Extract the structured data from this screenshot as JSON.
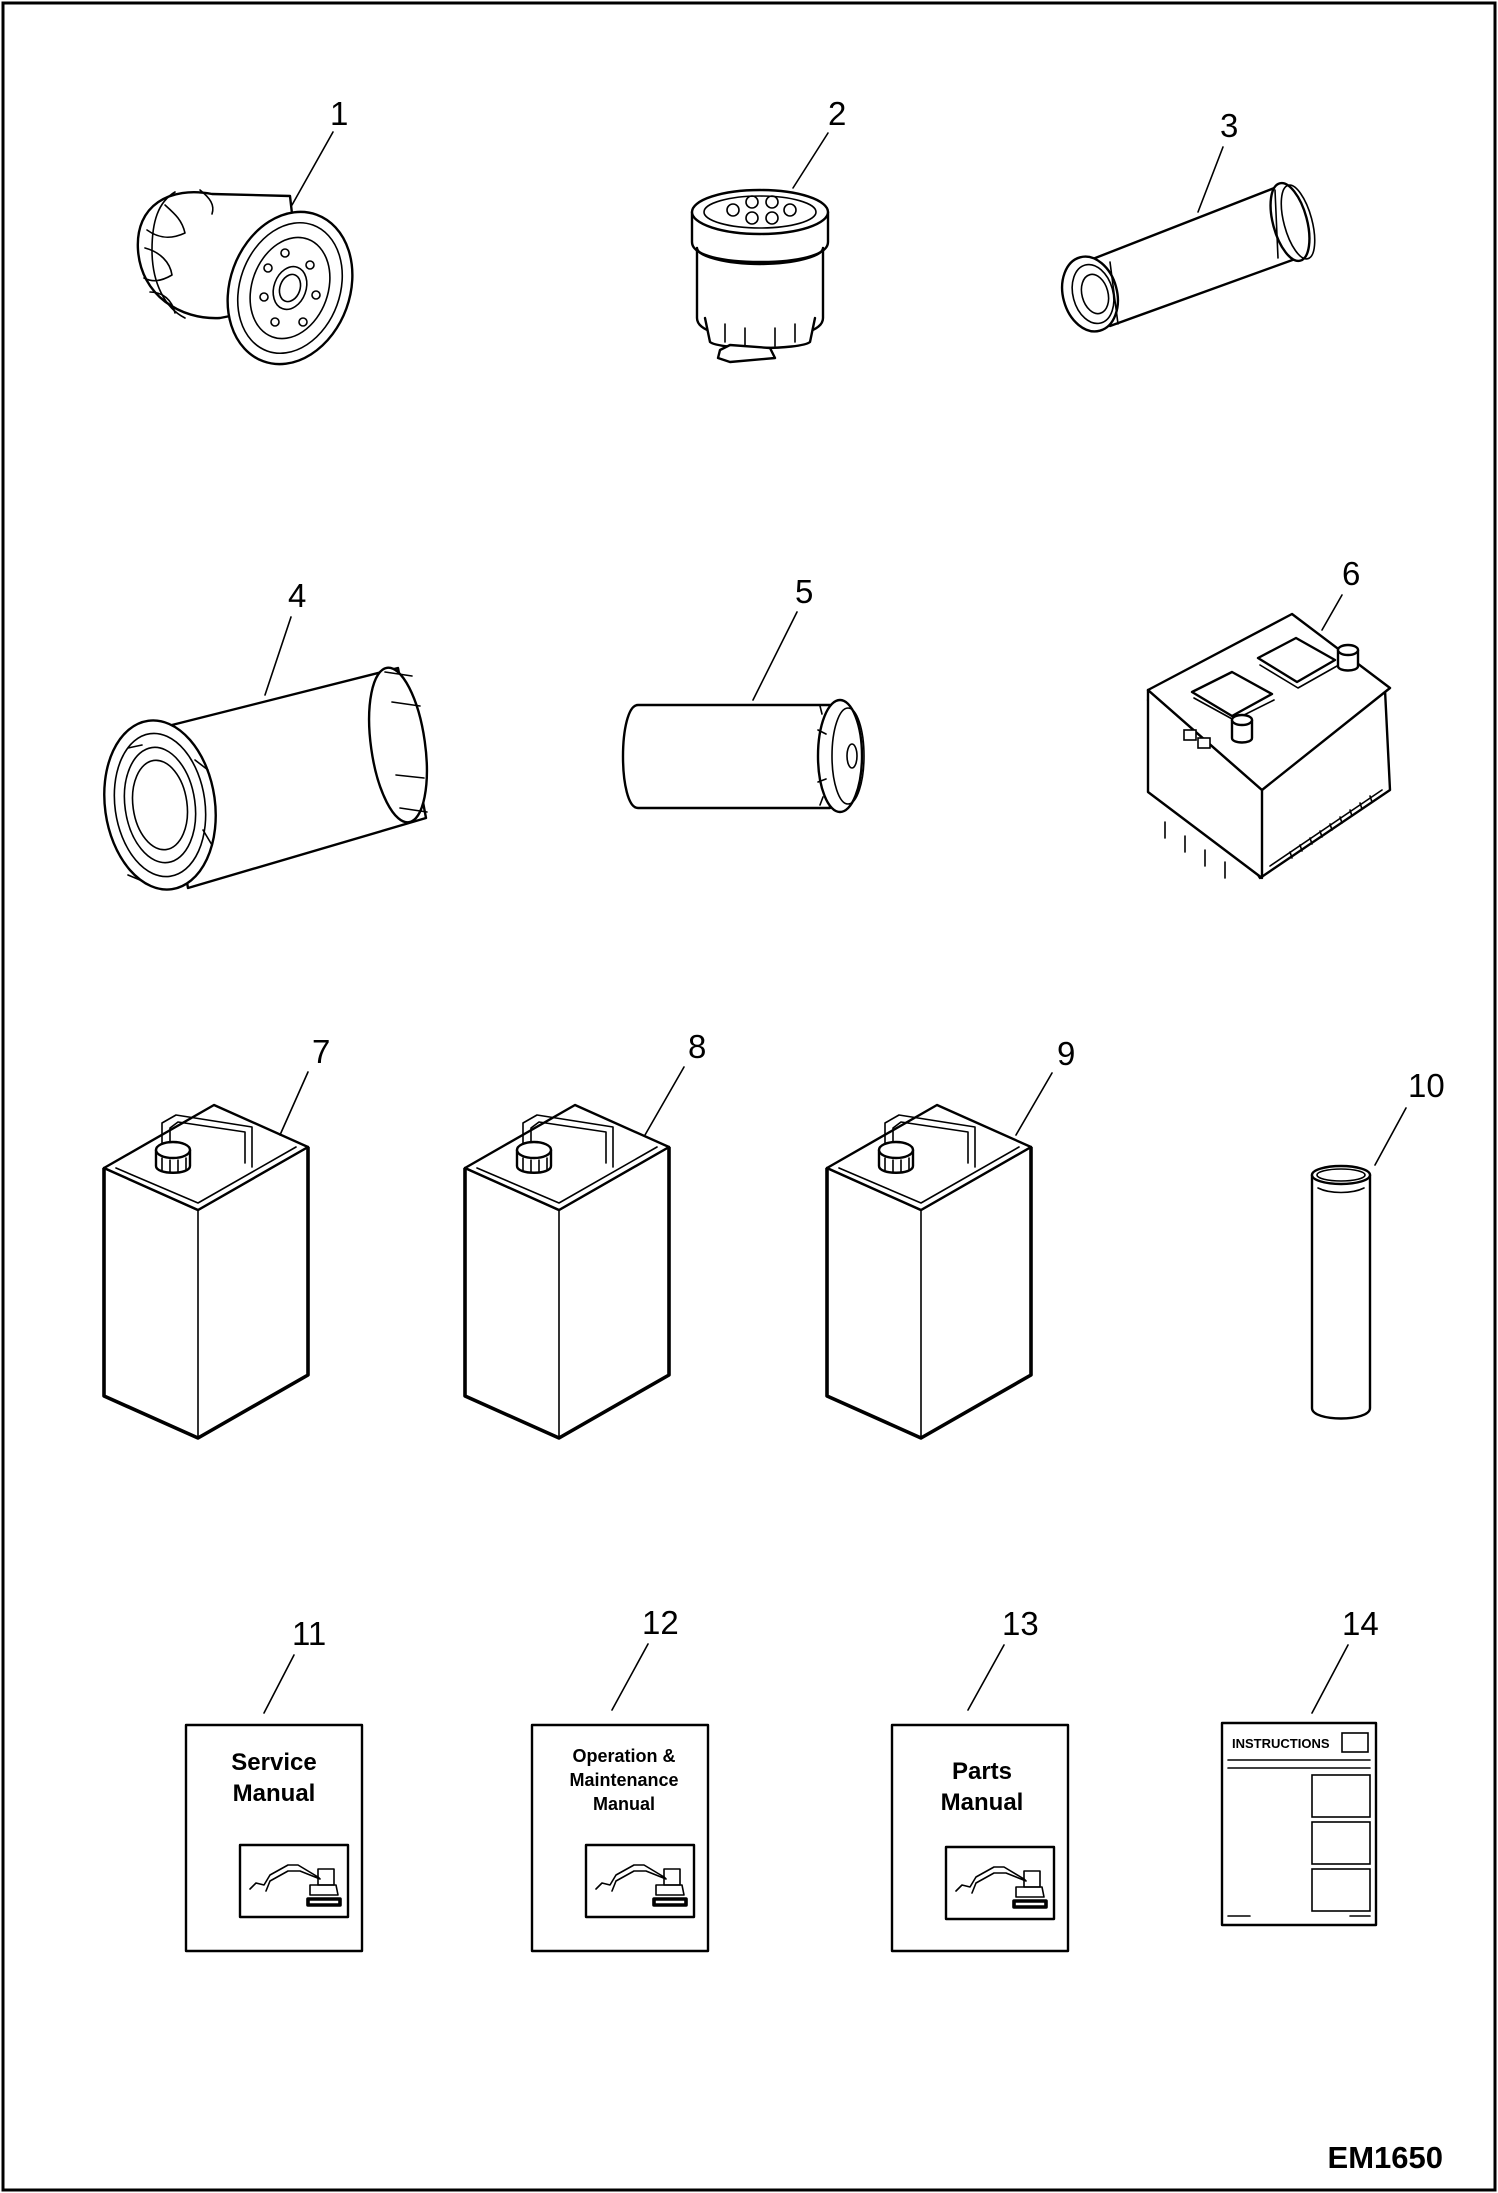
{
  "drawing_code": "EM1650",
  "callouts": [
    "1",
    "2",
    "3",
    "4",
    "5",
    "6",
    "7",
    "8",
    "9",
    "10",
    "11",
    "12",
    "13",
    "14"
  ],
  "books": {
    "service_manual": {
      "line1": "Service",
      "line2": "Manual"
    },
    "operation_maintenance_manual": {
      "line1": "Operation &",
      "line2": "Maintenance",
      "line3": "Manual"
    },
    "parts_manual": {
      "line1": "Parts",
      "line2": "Manual"
    },
    "instructions": {
      "header": "INSTRUCTIONS"
    }
  }
}
